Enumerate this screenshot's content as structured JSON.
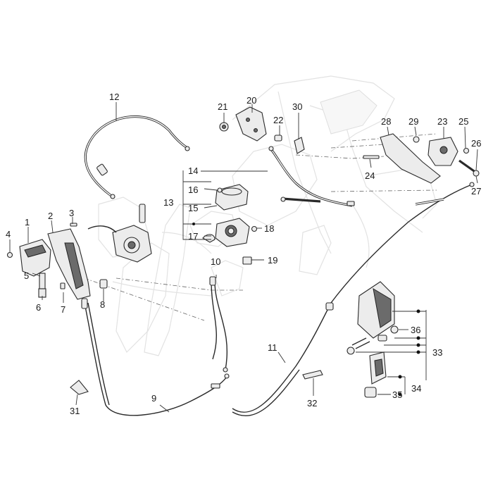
{
  "diagram": {
    "callouts": {
      "c1": "1",
      "c2": "2",
      "c3": "3",
      "c4": "4",
      "c5": "5",
      "c6": "6",
      "c7": "7",
      "c8": "8",
      "c9": "9",
      "c10": "10",
      "c11": "11",
      "c12": "12",
      "c13": "13",
      "c14": "14",
      "c15": "15",
      "c16": "16",
      "c17": "17",
      "c18": "18",
      "c19": "19",
      "c20": "20",
      "c21": "21",
      "c22": "22",
      "c23": "23",
      "c24": "24",
      "c25": "25",
      "c26": "26",
      "c27": "27",
      "c28": "28",
      "c29": "29",
      "c30": "30",
      "c31": "31",
      "c32": "32",
      "c33": "33",
      "c34": "34",
      "c35": "35",
      "c36": "36"
    }
  }
}
